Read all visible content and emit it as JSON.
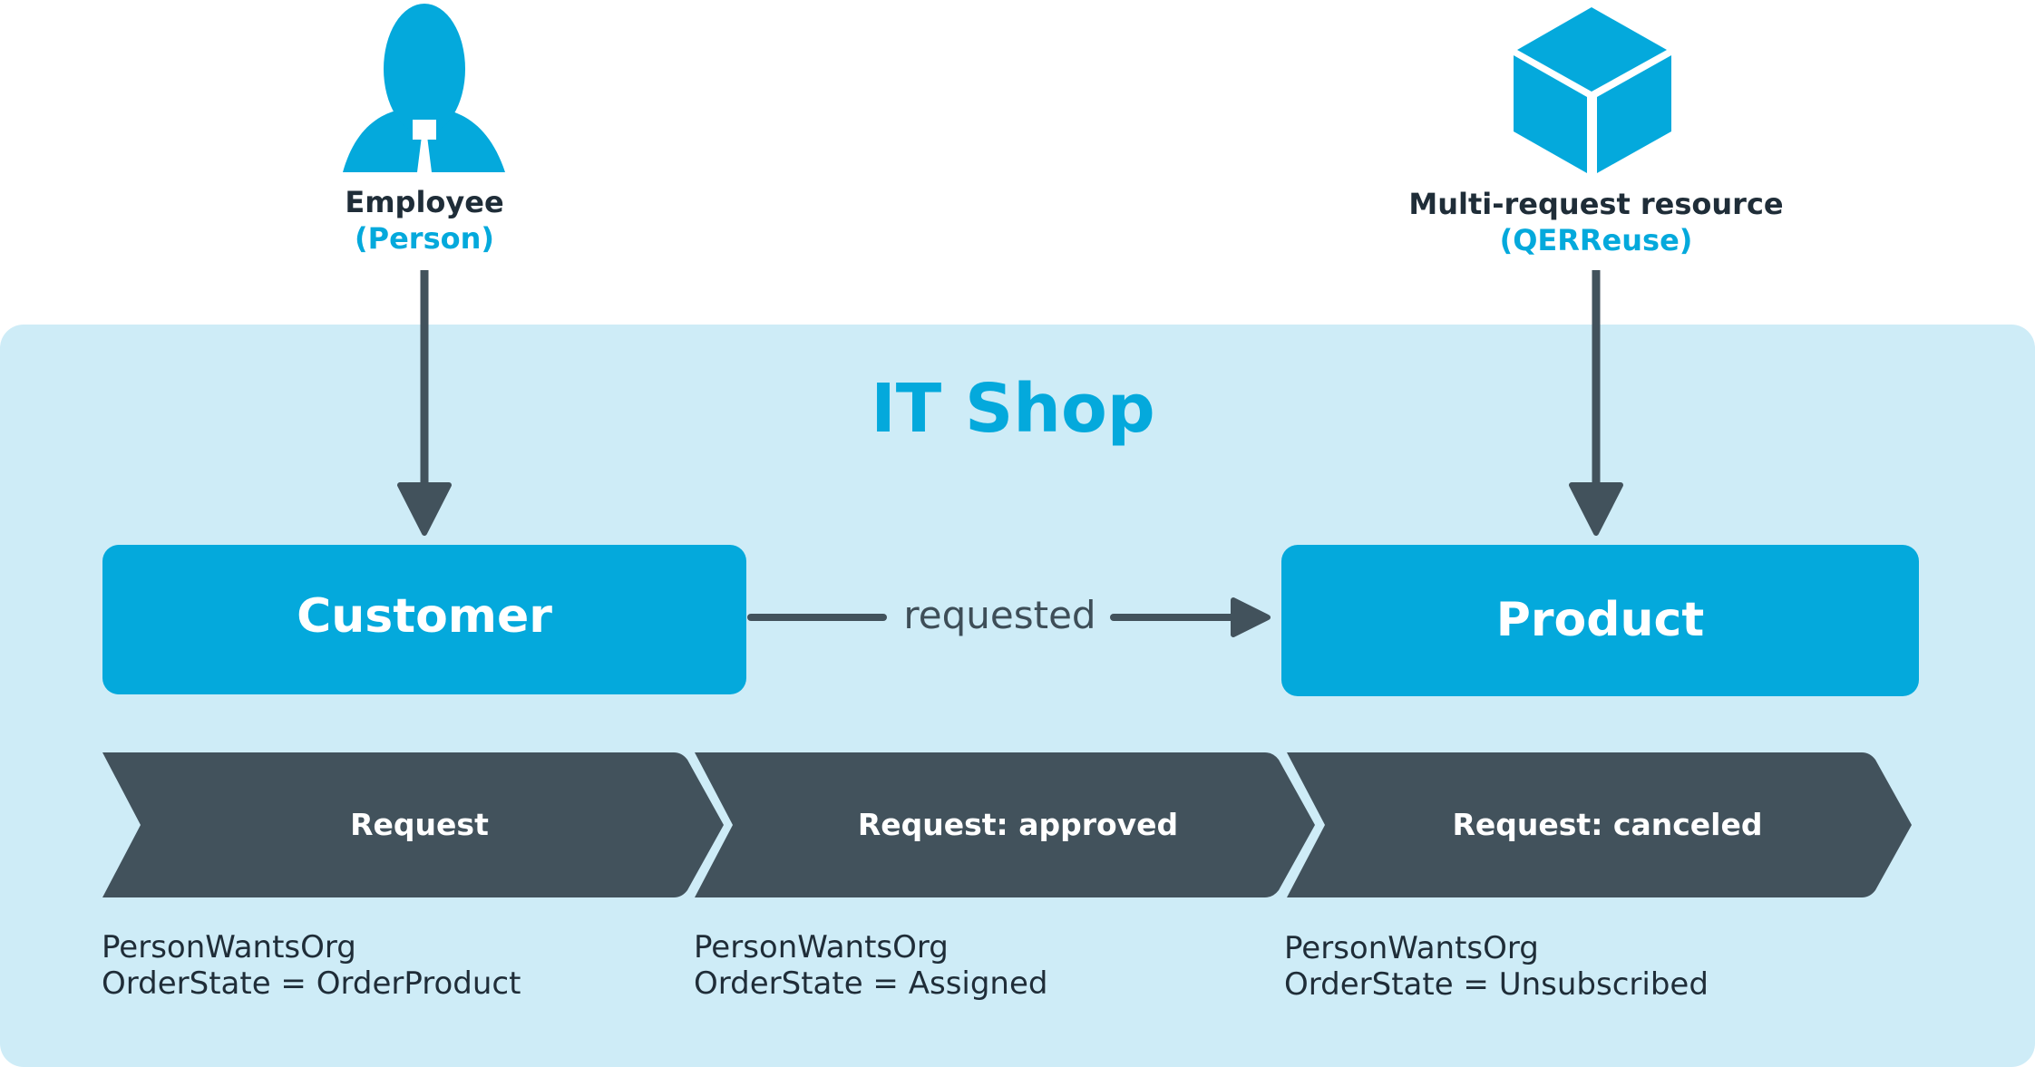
{
  "actors": {
    "employee": {
      "name": "Employee",
      "type": "(Person)",
      "icon": "person-icon"
    },
    "resource": {
      "name": "Multi-request resource",
      "type": "(QERReuse)",
      "icon": "cube-icon"
    }
  },
  "shop": {
    "title": "IT Shop"
  },
  "boxes": {
    "customer": "Customer",
    "product": "Product"
  },
  "relation": {
    "label": "requested"
  },
  "steps": [
    {
      "label": "Request",
      "table": "PersonWantsOrg",
      "state": "OrderState = OrderProduct"
    },
    {
      "label": "Request: approved",
      "table": "PersonWantsOrg",
      "state": "OrderState = Assigned"
    },
    {
      "label": "Request: canceled",
      "table": "PersonWantsOrg",
      "state": "OrderState = Unsubscribed"
    }
  ],
  "colors": {
    "accent": "#04a9dc",
    "panel": "#ceecf7",
    "dark": "#42525c",
    "text": "#1f2d38"
  }
}
